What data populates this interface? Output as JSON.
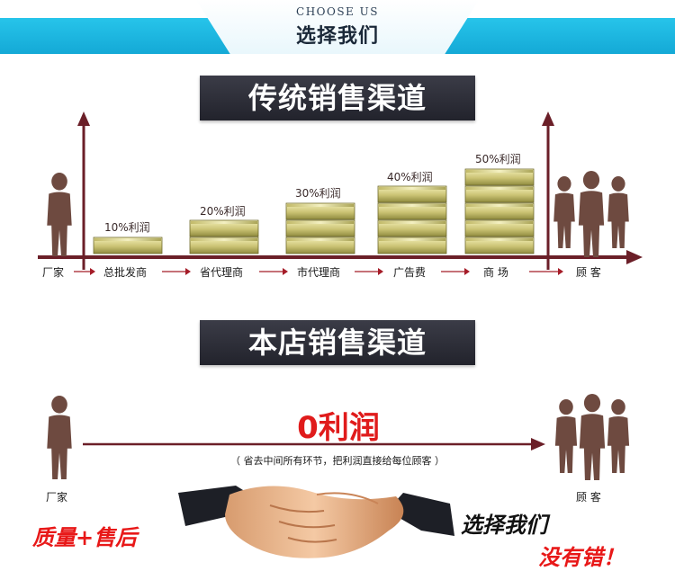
{
  "header": {
    "subtitle": "CHOOSE US",
    "title": "选择我们"
  },
  "traditional": {
    "title": "传统销售渠道",
    "steps": [
      "厂家",
      "总批发商",
      "省代理商",
      "市代理商",
      "广告费",
      "商  场",
      "顾  客"
    ],
    "profits": [
      {
        "label": "10%利润",
        "percent": 10
      },
      {
        "label": "20%利润",
        "percent": 20
      },
      {
        "label": "30%利润",
        "percent": 30
      },
      {
        "label": "40%利润",
        "percent": 40
      },
      {
        "label": "50%利润",
        "percent": 50
      }
    ]
  },
  "ours": {
    "title": "本店销售渠道",
    "from": "厂家",
    "to": "顾  客",
    "headline": "0利润",
    "note": "（ 省去中间所有环节，把利润直接给每位顾客 ）"
  },
  "slogans": {
    "quality": "质量+售后",
    "choose": "选择我们",
    "no_mistake": "没有错！"
  },
  "colors": {
    "banner": "#1ab3df",
    "arrow": "#6b1f28",
    "person": "#6e4a40",
    "coin": "#c9c272",
    "red": "#e01b1b"
  },
  "icons": [
    "person-icon",
    "people-group-icon",
    "handshake-icon",
    "coin-stack-icon"
  ]
}
